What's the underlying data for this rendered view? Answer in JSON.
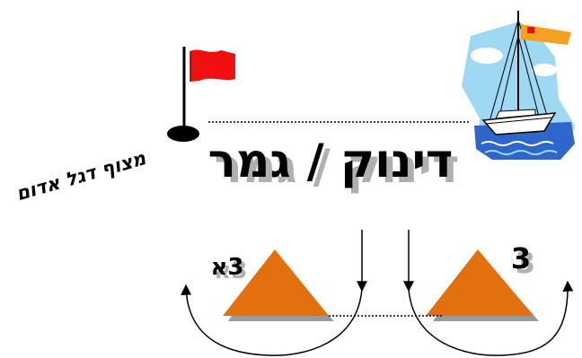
{
  "title": "דינוק / גמר",
  "flag_caption": "מצוף דגל אדום",
  "buoy_right": {
    "label": "3"
  },
  "buoy_left": {
    "label": "3א"
  },
  "colors": {
    "buoy_orange": "#E2700E",
    "buoy_shadow": "#9a9a9a",
    "flag_red": "#F20F0F",
    "sail_flag_orange": "#F5A020",
    "sky_blue": "#9ED8F2",
    "sea_blue": "#2E66C9",
    "line_black": "#000000"
  },
  "icons": {
    "red_flag_buoy": "red-flag-buoy-icon",
    "sailboat": "sailboat-icon"
  }
}
